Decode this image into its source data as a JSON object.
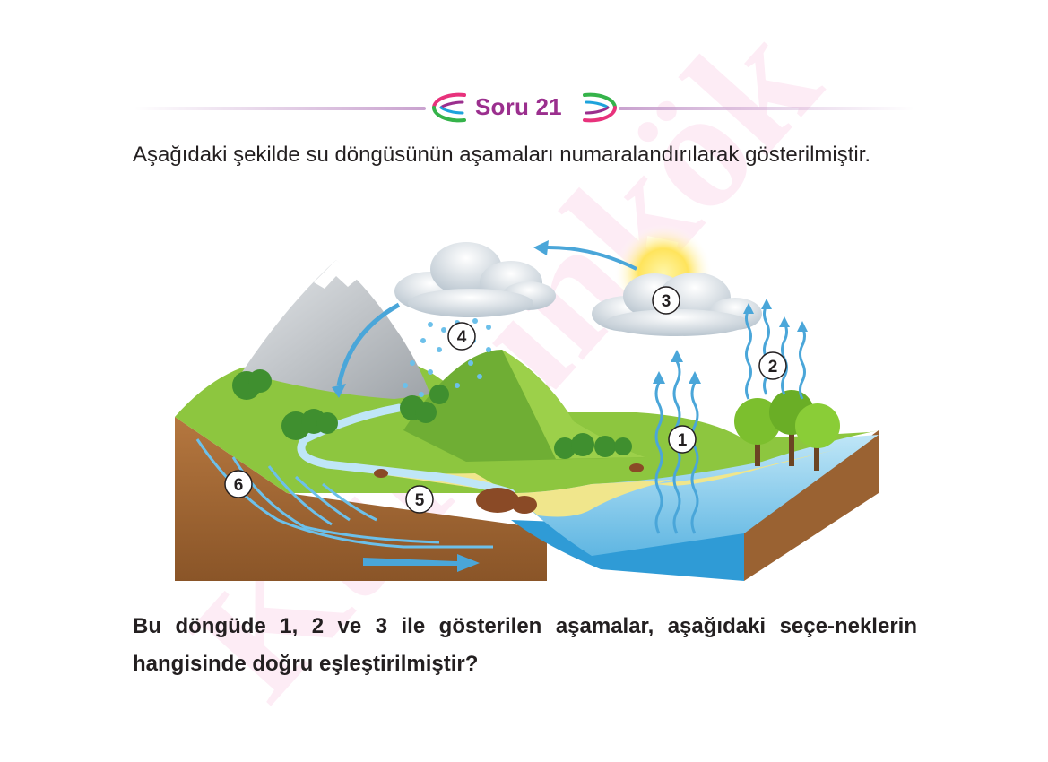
{
  "header": {
    "label": "Soru 21"
  },
  "intro": {
    "text": "Aşağıdaki şekilde su döngüsünün aşamaları numaralandırılarak gösterilmiştir."
  },
  "figure": {
    "stage_labels": [
      "1",
      "2",
      "3",
      "4",
      "5",
      "6"
    ]
  },
  "question": {
    "text": "Bu döngüde 1, 2 ve 3 ile gösterilen aşamalar, aşağıdaki seçe-neklerin hangisinde doğru eşleştirilmiştir?"
  },
  "watermark": {
    "text": "Kurşunkök"
  },
  "colors": {
    "accent": "#9b2f8e",
    "water": "#4aa6d9",
    "grass": "#8dc63f",
    "soil": "#a0693a"
  }
}
